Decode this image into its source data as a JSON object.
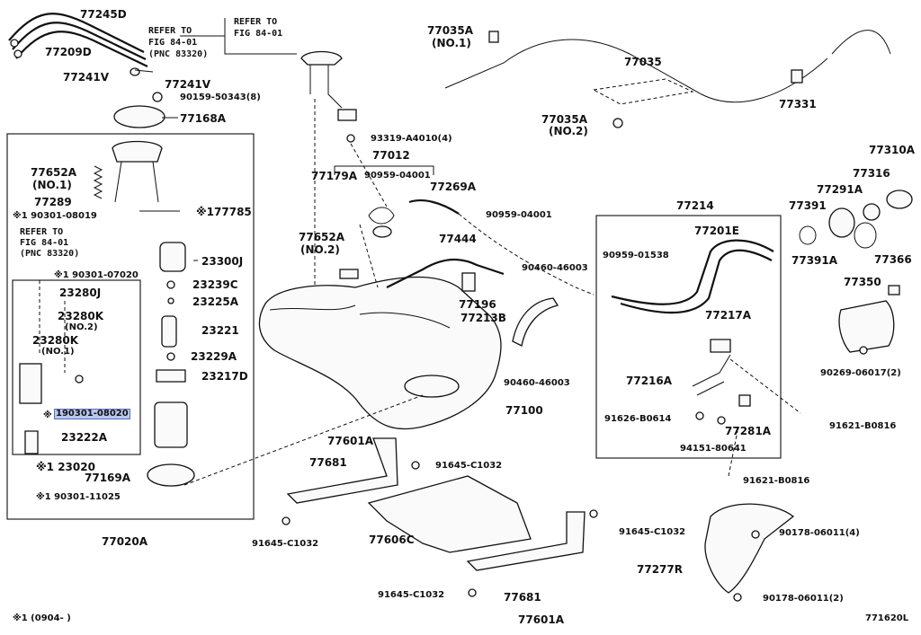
{
  "labels": {
    "p77245D": "77245D",
    "p77209D": "77209D",
    "refer_top_1": "REFER TO",
    "refer_top_2": "FIG 84-01",
    "refer_top_3": "(PNC 83320)",
    "refer_top_b1": "REFER TO",
    "refer_top_b2": "FIG 84-01",
    "p77241V_a": "77241V",
    "p77241V_b": "77241V",
    "p90159": "90159-50343(8)",
    "p77168A": "77168A",
    "p77652A_1": "77652A",
    "p77652A_1n": "(NO.1)",
    "p77289": "77289",
    "p90301_08019": "※1 90301-08019",
    "p177785": "※177785",
    "refer_mid_1": "REFER TO",
    "refer_mid_2": "FIG 84-01",
    "refer_mid_3": "(PNC 83320)",
    "p23300J": "23300J",
    "p90301_07020": "※1 90301-07020",
    "p23280J": "23280J",
    "p23239C": "23239C",
    "p23225A": "23225A",
    "p23280K_2": "23280K",
    "p23280K_2n": "(NO.2)",
    "p23221": "23221",
    "p23280K_1": "23280K",
    "p23280K_1n": "(NO.1)",
    "p23229A": "23229A",
    "p23217D": "23217D",
    "p90301_08020_mark": "※",
    "p90301_08020": "190301-08020",
    "p23222A": "23222A",
    "p23020": "※1 23020",
    "p77169A": "77169A",
    "p90301_11025": "※1 90301-11025",
    "p77020A": "77020A",
    "footnote": "※1 (0904-    )",
    "p77035A_1": "77035A",
    "p77035A_1n": "(NO.1)",
    "p77035": "77035",
    "p77035A_2": "77035A",
    "p77035A_2n": "(NO.2)",
    "p77331": "77331",
    "p93319": "93319-A4010(4)",
    "p77012": "77012",
    "p77179A": "77179A",
    "p90959_04001a": "90959-04001",
    "p77269A": "77269A",
    "p90959_04001b": "90959-04001",
    "p77652A_2": "77652A",
    "p77652A_2n": "(NO.2)",
    "p77444": "77444",
    "p90460_46003a": "90460-46003",
    "p77196": "77196",
    "p77213B": "77213B",
    "p90460_46003b": "90460-46003",
    "p77100": "77100",
    "p77214": "77214",
    "p77201E": "77201E",
    "p90959_01538": "90959-01538",
    "p77217A": "77217A",
    "p77216A": "77216A",
    "p91626": "91626-B0614",
    "p77281A": "77281A",
    "p94151": "94151-80641",
    "p91621_a": "91621-B0816",
    "p91621_b": "91621-B0816",
    "p77310A": "77310A",
    "p77316": "77316",
    "p77291A": "77291A",
    "p77391": "77391",
    "p77391A": "77391A",
    "p77366": "77366",
    "p77350": "77350",
    "p90269": "90269-06017(2)",
    "p77601A_a": "77601A",
    "p77681_a": "77681",
    "p91645_a": "91645-C1032",
    "p91645_b": "91645-C1032",
    "p77606C": "77606C",
    "p91645_c": "91645-C1032",
    "p91645_d": "91645-C1032",
    "p77681_b": "77681",
    "p77601A_b": "77601A",
    "p90178_a": "90178-06011(4)",
    "p77277R": "77277R",
    "p90178_b": "90178-06011(2)",
    "diagram_id": "771620L"
  }
}
